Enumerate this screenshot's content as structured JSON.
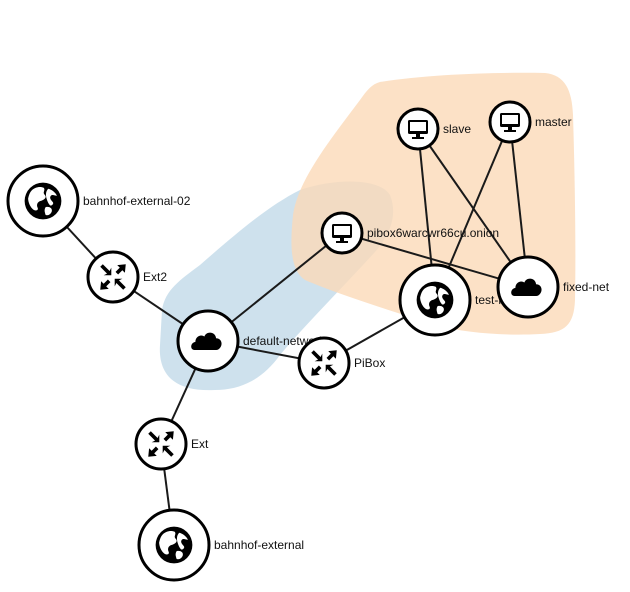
{
  "colors": {
    "group_orange": "#fbd9b8",
    "group_blue": "#c6dcea",
    "overlap": "#d8c8b8",
    "edge": "#1a1a1a",
    "icon": "#000000"
  },
  "nodes": [
    {
      "id": "bahnhof-external-02",
      "label": "bahnhof-external-02",
      "kind": "external-network",
      "icon": "globe-icon"
    },
    {
      "id": "ext2",
      "label": "Ext2",
      "kind": "router",
      "icon": "router-arrows-icon"
    },
    {
      "id": "default-network",
      "label": "default-network",
      "kind": "network",
      "icon": "cloud-icon"
    },
    {
      "id": "pibox-onion",
      "label": "pibox6warcwr66cu.onion",
      "kind": "instance",
      "icon": "monitor-icon"
    },
    {
      "id": "pibox-router",
      "label": "PiBox",
      "kind": "router",
      "icon": "router-arrows-icon"
    },
    {
      "id": "slave",
      "label": "slave",
      "kind": "instance",
      "icon": "monitor-icon"
    },
    {
      "id": "master",
      "label": "master",
      "kind": "instance",
      "icon": "monitor-icon"
    },
    {
      "id": "test-network",
      "label": "test-network",
      "kind": "external-network",
      "icon": "globe-icon"
    },
    {
      "id": "fixed-net",
      "label": "fixed-net",
      "kind": "network",
      "icon": "cloud-icon"
    },
    {
      "id": "ext",
      "label": "Ext",
      "kind": "router",
      "icon": "router-arrows-icon"
    },
    {
      "id": "bahnhof-external",
      "label": "bahnhof-external",
      "kind": "external-network",
      "icon": "globe-icon"
    }
  ],
  "edges": [
    [
      "bahnhof-external-02",
      "ext2"
    ],
    [
      "ext2",
      "default-network"
    ],
    [
      "default-network",
      "pibox-onion"
    ],
    [
      "default-network",
      "pibox-router"
    ],
    [
      "default-network",
      "ext"
    ],
    [
      "ext",
      "bahnhof-external"
    ],
    [
      "pibox-router",
      "test-network"
    ],
    [
      "pibox-onion",
      "fixed-net"
    ],
    [
      "slave",
      "test-network"
    ],
    [
      "slave",
      "fixed-net"
    ],
    [
      "master",
      "test-network"
    ],
    [
      "master",
      "fixed-net"
    ]
  ]
}
